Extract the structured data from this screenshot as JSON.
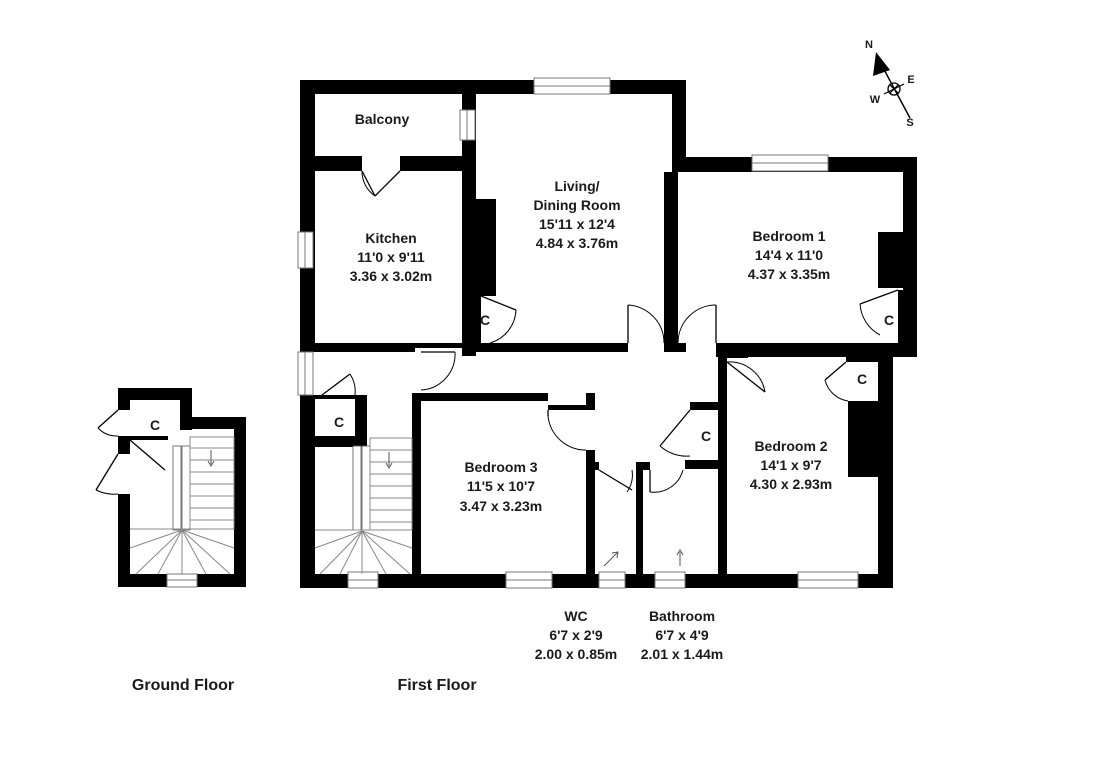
{
  "floors": {
    "ground": "Ground Floor",
    "first": "First Floor"
  },
  "rooms": {
    "balcony": {
      "name": "Balcony"
    },
    "kitchen": {
      "name": "Kitchen",
      "imperial": "11'0 x 9'11",
      "metric": "3.36 x 3.02m"
    },
    "living": {
      "name_line1": "Living/",
      "name_line2": "Dining Room",
      "imperial": "15'11 x 12'4",
      "metric": "4.84 x 3.76m"
    },
    "bedroom1": {
      "name": "Bedroom 1",
      "imperial": "14'4 x 11'0",
      "metric": "4.37 x 3.35m"
    },
    "bedroom2": {
      "name": "Bedroom 2",
      "imperial": "14'1 x 9'7",
      "metric": "4.30 x 2.93m"
    },
    "bedroom3": {
      "name": "Bedroom 3",
      "imperial": "11'5 x 10'7",
      "metric": "3.47 x 3.23m"
    },
    "wc": {
      "name": "WC",
      "imperial": "6'7 x 2'9",
      "metric": "2.00 x 0.85m"
    },
    "bathroom": {
      "name": "Bathroom",
      "imperial": "6'7 x 4'9",
      "metric": "2.01 x 1.44m"
    }
  },
  "cupboard_label": "C",
  "compass": {
    "n": "N",
    "e": "E",
    "s": "S",
    "w": "W"
  }
}
